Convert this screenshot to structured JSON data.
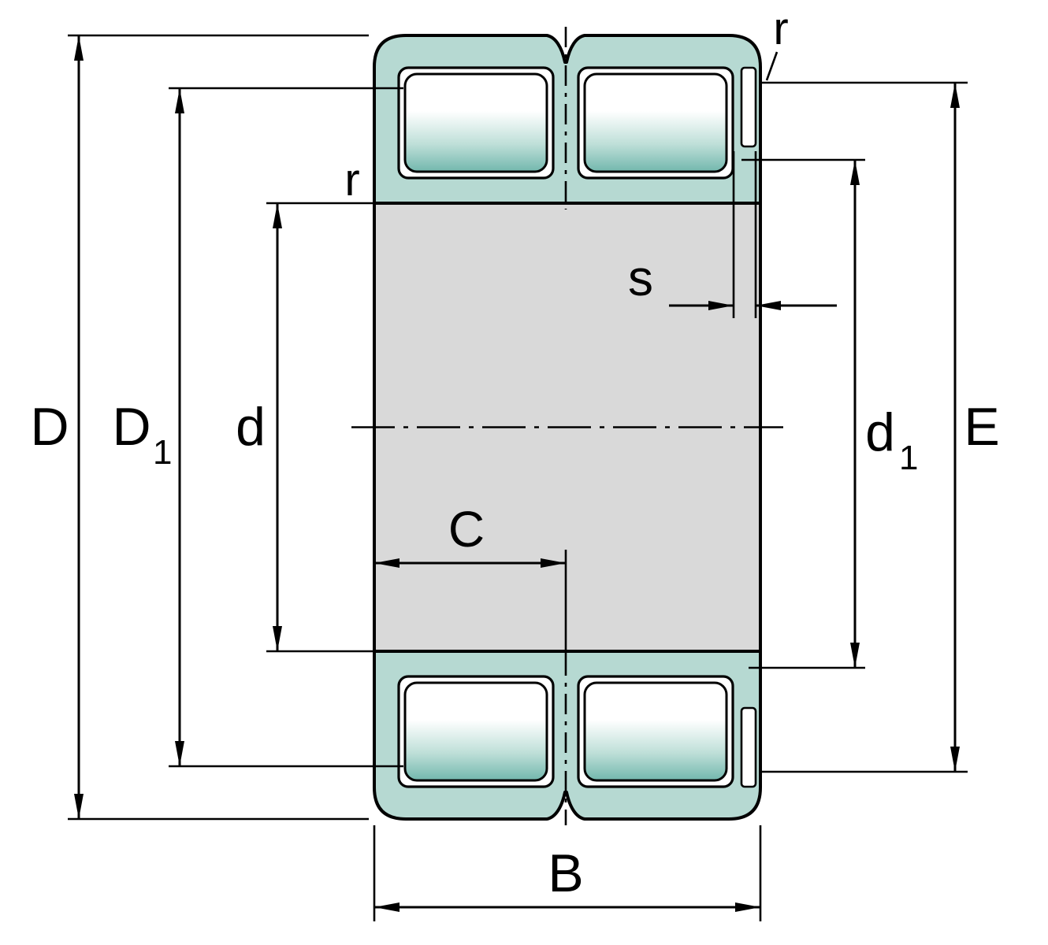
{
  "labels": {
    "D": "D",
    "D1": {
      "base": "D",
      "sub": "1"
    },
    "d": "d",
    "d1": {
      "base": "d",
      "sub": "1"
    },
    "E": "E",
    "B": "B",
    "C": "C",
    "s": "s",
    "r_outer": "r",
    "r_inner": "r"
  },
  "colors": {
    "ring_fill": "#b6d9d2",
    "roller_mid": "#bedfd8",
    "roller_deep": "#72b7ad",
    "section_gray": "#d9d9d9",
    "line_color": "#000000"
  }
}
